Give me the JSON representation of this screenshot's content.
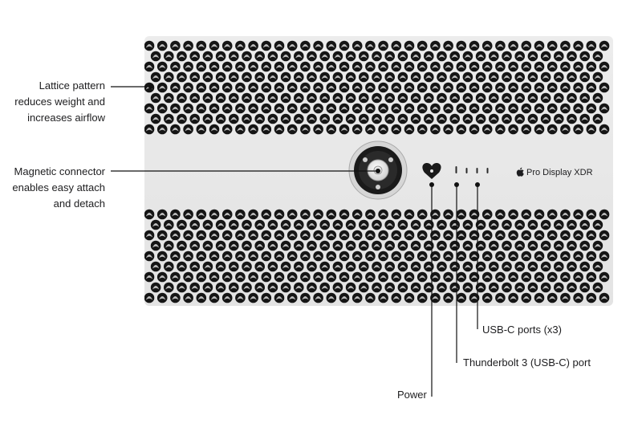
{
  "callouts": {
    "lattice": [
      "Lattice pattern",
      "reduces weight and",
      "increases airflow"
    ],
    "magnetic": [
      "Magnetic connector",
      "enables easy attach",
      "and detach"
    ],
    "usbc": "USB-C ports (x3)",
    "thunderbolt": "Thunderbolt 3 (USB-C) port",
    "power": "Power"
  },
  "branding": {
    "logo": "apple-logo-icon",
    "product_name": "Pro Display XDR"
  },
  "colors": {
    "panel": "#e5e5e5",
    "hole": "#151515",
    "leader": "#111111",
    "text": "#1d1d1f"
  }
}
